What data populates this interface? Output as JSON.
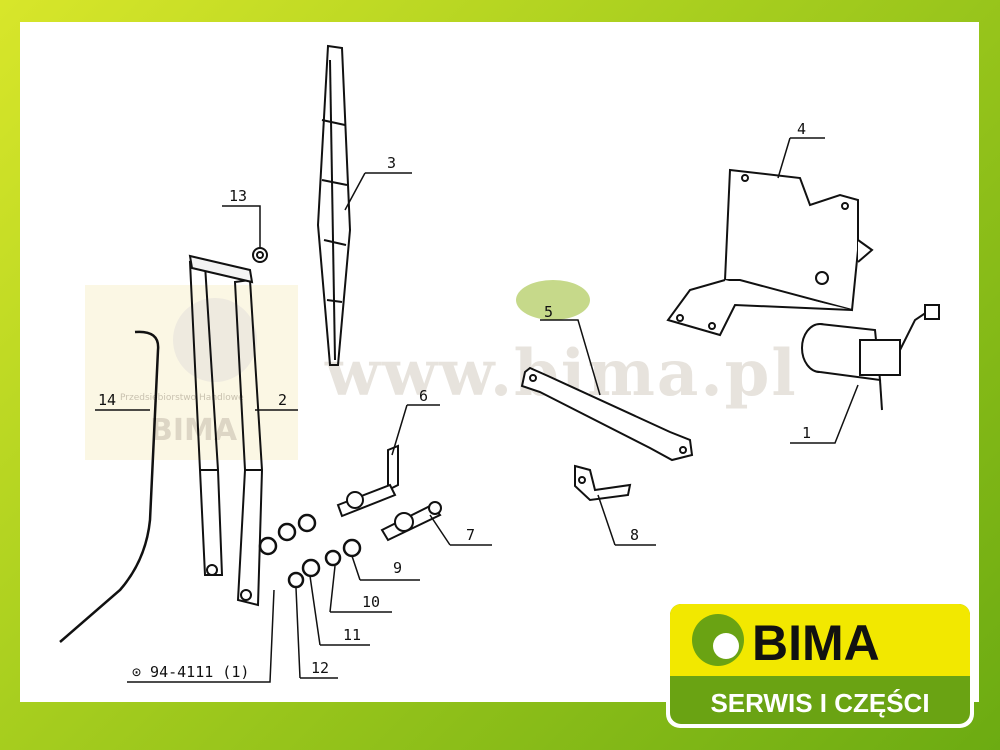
{
  "watermark": {
    "url_text": "www.bima.pl",
    "badge_text": "BIMA",
    "badge_small_text": "Przedsiębiorstwo Handlowe"
  },
  "labels": {
    "l1": "1",
    "l2": "2",
    "l3": "3",
    "l4": "4",
    "l5": "5",
    "l6": "6",
    "l7": "7",
    "l8": "8",
    "l9": "9",
    "l10": "10",
    "l11": "11",
    "l12": "12",
    "l13": "13",
    "l14": "14",
    "ref": "⊙ 94-4111 (1)"
  },
  "highlight_color": "#c6d98a",
  "logo": {
    "brand": "BIMA",
    "tagline": "SERWIS I CZĘŚCI",
    "colors": {
      "yellow": "#f2e800",
      "green": "#6aa313",
      "text": "#111111"
    }
  }
}
